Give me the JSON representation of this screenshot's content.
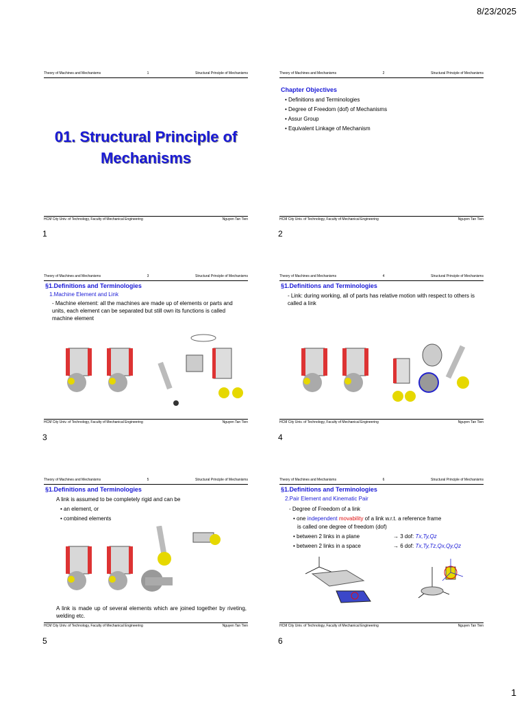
{
  "date": "8/23/2025",
  "page_number": "1",
  "slides": [
    {
      "header_left": "Theory of Machines and Mechanisms",
      "header_num": "1",
      "header_right": "Structural Principle of Mechanisms",
      "footer_left": "HCM City Univ. of Technology, Faculty of Mechanical Engineering",
      "footer_right": "Nguyen Tan Tien",
      "number": "1",
      "title_line1": "01. Structural Principle of",
      "title_line2": "Mechanisms"
    },
    {
      "header_left": "Theory of Machines and Mechanisms",
      "header_num": "2",
      "header_right": "Structural Principle of Mechanisms",
      "footer_left": "HCM City Univ. of Technology, Faculty of Mechanical Engineering",
      "footer_right": "Nguyen Tan Tien",
      "number": "2",
      "objectives_title": "Chapter Objectives",
      "objectives": [
        "• Definitions and Terminologies",
        "• Degree of Freedom (dof) of Mechanisms",
        "• Assur Group",
        "• Equivalent Linkage of Mechanism"
      ]
    },
    {
      "header_left": "Theory of Machines and Mechanisms",
      "header_num": "3",
      "header_right": "Structural Principle of Mechanisms",
      "footer_left": "HCM City Univ. of Technology, Faculty of Mechanical Engineering",
      "footer_right": "Nguyen Tan Tien",
      "number": "3",
      "section": "§1.Definitions and Terminologies",
      "subsection": "1.Machine Element and Link",
      "body": "- Machine element: all the machines are made up of elements or parts and units, each element can be separated but still own its functions is called machine element"
    },
    {
      "header_left": "Theory of Machines and Mechanisms",
      "header_num": "4",
      "header_right": "Structural Principle of Mechanisms",
      "footer_left": "HCM City Univ. of Technology, Faculty of Mechanical Engineering",
      "footer_right": "Nguyen Tan Tien",
      "number": "4",
      "section": "§1.Definitions and Terminologies",
      "body": "- Link: during working, all of parts has relative motion with respect to others is called a link"
    },
    {
      "header_left": "Theory of Machines and Mechanisms",
      "header_num": "5",
      "header_right": "Structural Principle of Mechanisms",
      "footer_left": "HCM City Univ. of Technology, Faculty of Mechanical Engineering",
      "footer_right": "Nguyen Tan Tien",
      "number": "5",
      "section": "§1.Definitions and Terminologies",
      "body1": "A link is assumed to be completely rigid and can be",
      "bullet1": "• an element, or",
      "bullet2": "• combined elements",
      "body2": "A link is made up of several elements which are joined together by riveting, welding etc."
    },
    {
      "header_left": "Theory of Machines and Mechanisms",
      "header_num": "6",
      "header_right": "Structural Principle of Mechanisms",
      "footer_left": "HCM City Univ. of Technology, Faculty of Mechanical Engineering",
      "footer_right": "Nguyen Tan Tien",
      "number": "6",
      "section": "§1.Definitions and Terminologies",
      "subsection": "2.Pair Element and Kinematic Pair",
      "dash": "- Degree of Freedom of a link",
      "b1_pre": "• one ",
      "b1_blue": "independent",
      "b1_red": "movability",
      "b1_post": " of a link w.r.t. a reference frame",
      "b1_line2": "is called one degree of freedom (dof)",
      "b2": "• between 2 links in a plane",
      "b2_dof": "→ 3 dof: ",
      "b2_vals": "Tx,Ty,Qz",
      "b3": "• between 2 links in a space",
      "b3_dof": "→ 6 dof: ",
      "b3_vals": "Tx,Ty,Tz,Qx,Qy,Qz"
    }
  ]
}
